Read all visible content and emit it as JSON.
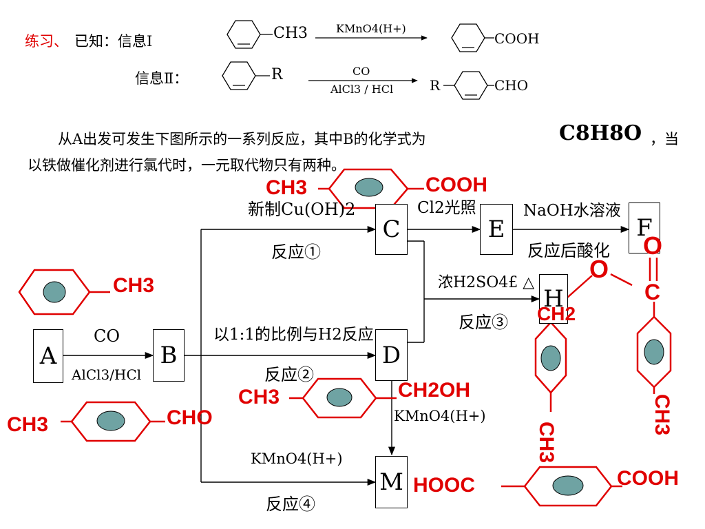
{
  "header": {
    "exercise_label": "练习、",
    "known_label": "已知：信息Ⅰ",
    "info2_label": "信息Ⅱ：",
    "info1": {
      "reactant": "CH3",
      "reagent": "KMnO4(H+)",
      "product": "COOH"
    },
    "info2": {
      "reactant": "R",
      "reagent_top": "CO",
      "reagent_bottom": "AlCl3 / HCl",
      "product_left": "R",
      "product_right": "CHO"
    }
  },
  "problem": {
    "line1_a": "从A出发可发生下图所示的一系列反应，其中B的化学式为",
    "formula": "C8H8O",
    "line1_b": "，当",
    "line2": "以铁做催化剂进行氯代时，一元取代物只有两种。"
  },
  "scheme": {
    "boxes": {
      "A": "A",
      "B": "B",
      "C": "C",
      "D": "D",
      "E": "E",
      "F": "F",
      "H": "H",
      "M": "M"
    },
    "arrow_labels": {
      "a_to_b_top": "CO",
      "a_to_b_bottom": "AlCl3/HCl",
      "to_c_top": "新制Cu(OH)2",
      "to_c_bottom": "反应①",
      "to_d_top": "以1:1的比例与H2反应",
      "to_d_bottom": "反应②",
      "c_to_e": "Cl2光照",
      "e_to_f_top": "NaOH水溶液",
      "e_to_f_bottom": "反应后酸化",
      "to_h_top": "浓H2SO4£ △",
      "to_h_bottom": "反应③",
      "d_to_m": "KMnO4(H+)",
      "to_m_top": "KMnO4(H+)",
      "to_m_bottom": "反应④"
    }
  },
  "annotations": {
    "toluene_ch3": "CH3",
    "c_left": "CH3",
    "c_right": "COOH",
    "b_left": "CH3",
    "b_right": "CHO",
    "d_left": "CH3",
    "d_right": "CH2OH",
    "m_left": "HOOC",
    "m_right": "COOH",
    "h_ch2": "CH2",
    "h_ch3_left": "CH3",
    "h_ch3_right": "CH3",
    "h_ester_o": "O",
    "h_carbonyl_o": "O",
    "h_carbon": "C"
  },
  "colors": {
    "annotation": "#e00000",
    "ring_fill": "#6fa3a3",
    "ring_stroke": "#e00000"
  }
}
